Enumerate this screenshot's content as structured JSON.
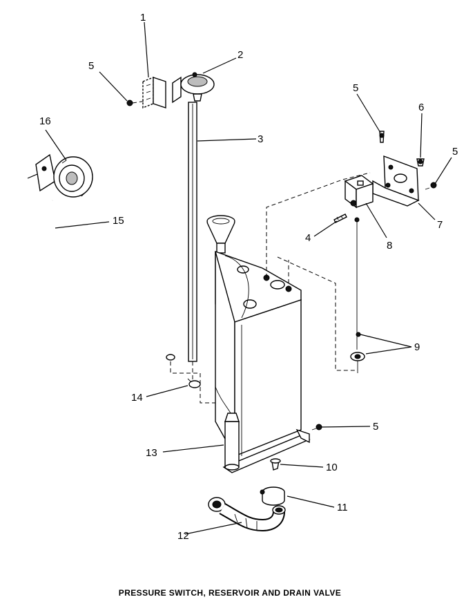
{
  "caption": "PRESSURE SWITCH, RESERVOIR AND DRAIN VALVE",
  "callouts": {
    "c1": "1",
    "c2": "2",
    "c3": "3",
    "c4": "4",
    "c5a": "5",
    "c5b": "5",
    "c5c": "5",
    "c5d": "5",
    "c6": "6",
    "c7": "7",
    "c8": "8",
    "c9": "9",
    "c10": "10",
    "c11": "11",
    "c12": "12",
    "c13": "13",
    "c14": "14",
    "c15": "15",
    "c16": "16"
  }
}
